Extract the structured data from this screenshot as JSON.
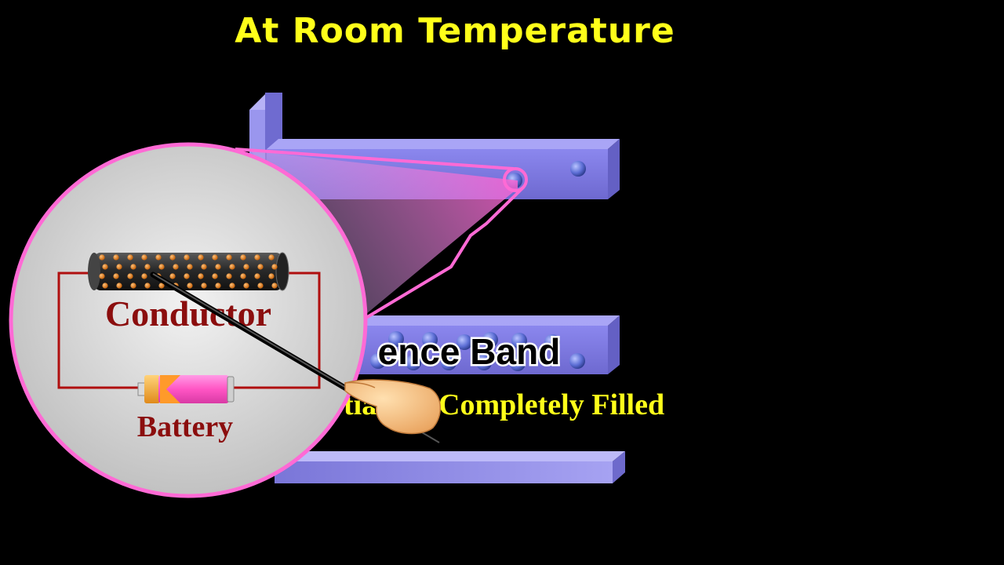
{
  "title": "At Room Temperature",
  "bands": {
    "valence_band_label": "ence Band",
    "filled_caption_partial": "tia",
    "filled_caption": "Completely Filled"
  },
  "inset": {
    "conductor_label": "Conductor",
    "battery_label": "Battery"
  },
  "colors": {
    "title": "#ffff1a",
    "band": "#8a86ee",
    "inset_border": "#ff6ad5",
    "circuit_wire": "#b00f0f",
    "label_text": "#8b0e0e",
    "electron": "#5d6fd6"
  }
}
